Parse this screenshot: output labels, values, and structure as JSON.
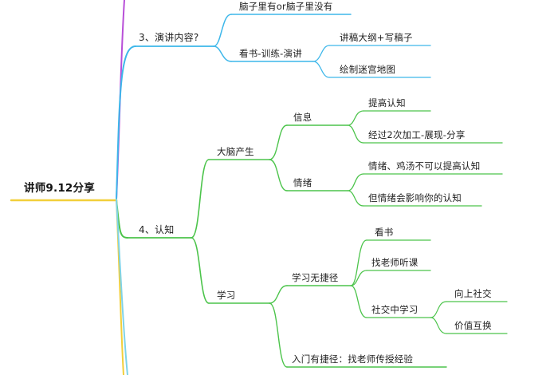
{
  "root": {
    "label": "讲师9.12分享"
  },
  "colors": {
    "top": "#b84fd8",
    "blue": "#3db7ea",
    "green": "#4cc44b",
    "yellow": "#f2cf3b",
    "bottom": "#7fd3e8"
  },
  "blue_branch": {
    "label": "3、演讲内容?",
    "children": [
      {
        "label": "脑子里有or脑子里没有"
      },
      {
        "label": "看书-训练-演讲",
        "children": [
          {
            "label": "讲稿大纲+写稿子"
          },
          {
            "label": "绘制迷宫地图"
          }
        ]
      }
    ]
  },
  "green_branch": {
    "label": "4、认知",
    "children": [
      {
        "label": "大脑产生",
        "children": [
          {
            "label": "信息",
            "children": [
              {
                "label": "提高认知"
              },
              {
                "label": "经过2次加工-展现-分享"
              }
            ]
          },
          {
            "label": "情绪",
            "children": [
              {
                "label": "情绪、鸡汤不可以提高认知"
              },
              {
                "label": "但情绪会影响你的认知"
              }
            ]
          }
        ]
      },
      {
        "label": "学习",
        "children": [
          {
            "label": "学习无捷径",
            "children": [
              {
                "label": "看书"
              },
              {
                "label": "找老师听课"
              },
              {
                "label": "社交中学习",
                "children": [
                  {
                    "label": "向上社交"
                  },
                  {
                    "label": "价值互换"
                  }
                ]
              }
            ]
          },
          {
            "label": "入门有捷径：找老师传授经验"
          }
        ]
      }
    ]
  }
}
